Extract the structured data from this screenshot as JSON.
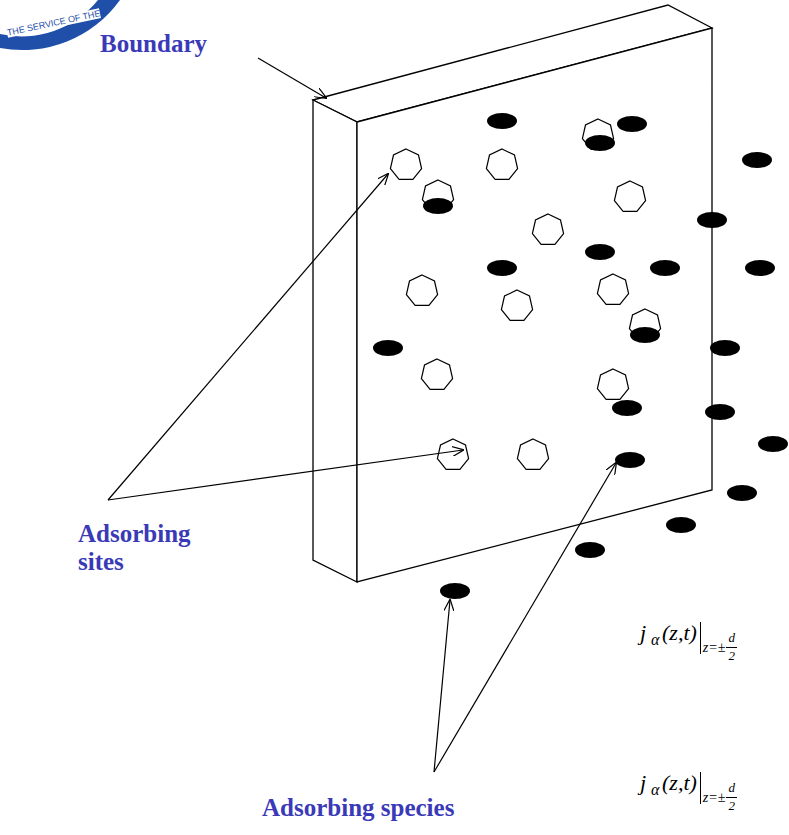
{
  "diagram": {
    "labels": [
      "THE SERVICE OF THE",
      "Boundary",
      "Adsorbing sites",
      "Adsorbing species",
      "j",
      "α",
      "(z,t)",
      "z=±",
      "d",
      "2",
      "j",
      "α",
      "(z,t)",
      "z=±",
      "d",
      "2"
    ]
  }
}
